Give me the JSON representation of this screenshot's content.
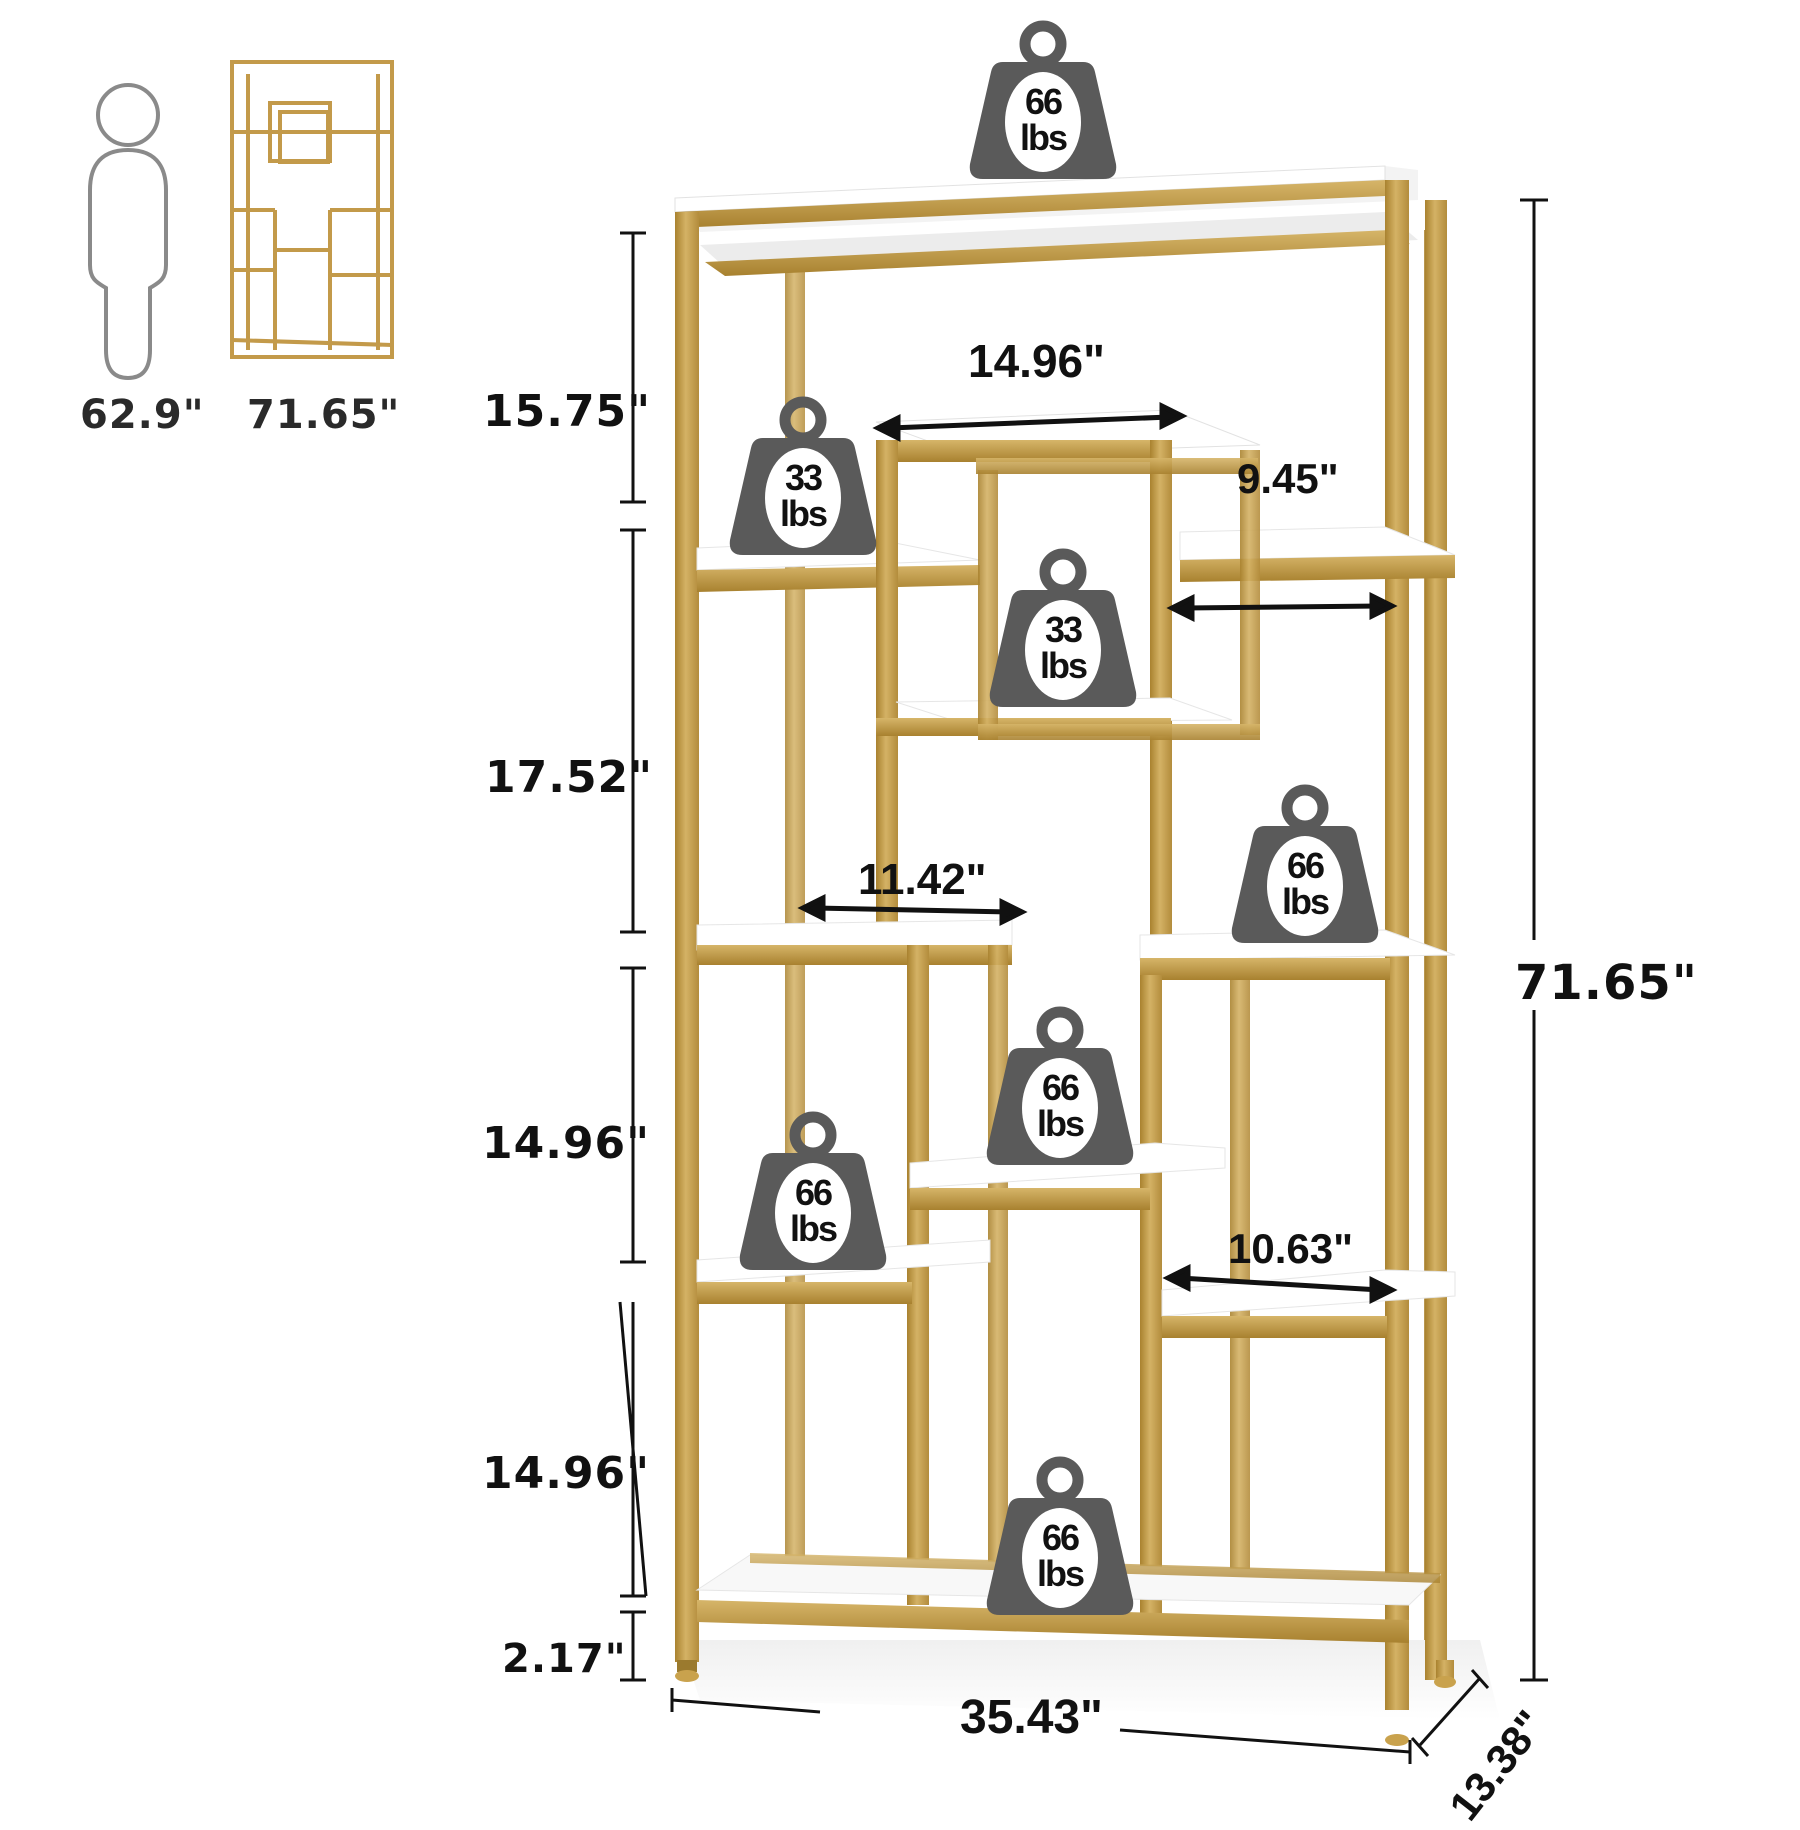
{
  "thumbnail": {
    "person_height_label": "62.9\"",
    "shelf_height_label": "71.65\""
  },
  "dimensions": {
    "overall_height": "71.65\"",
    "width": "35.43\"",
    "depth": "13.38\"",
    "section_heights": [
      "15.75\"",
      "17.52\"",
      "14.96\"",
      "14.96\"",
      "2.17\""
    ],
    "cube_width": "14.96\"",
    "upper_right_shelf_width": "9.45\"",
    "mid_left_shelf_width": "11.42\"",
    "lower_right_shelf_width": "10.63\""
  },
  "weights": {
    "top": {
      "value": "66",
      "unit": "lbs"
    },
    "upper_left": {
      "value": "33",
      "unit": "lbs"
    },
    "cube": {
      "value": "33",
      "unit": "lbs"
    },
    "mid_right": {
      "value": "66",
      "unit": "lbs"
    },
    "center": {
      "value": "66",
      "unit": "lbs"
    },
    "lower_left": {
      "value": "66",
      "unit": "lbs"
    },
    "bottom": {
      "value": "66",
      "unit": "lbs"
    }
  },
  "colors": {
    "gold": "#C39A4A",
    "gold_dark": "#A07A30",
    "shelf_white": "#FAFAFA",
    "weight_gray": "#5A5A5A",
    "dimension_line": "#111111"
  }
}
